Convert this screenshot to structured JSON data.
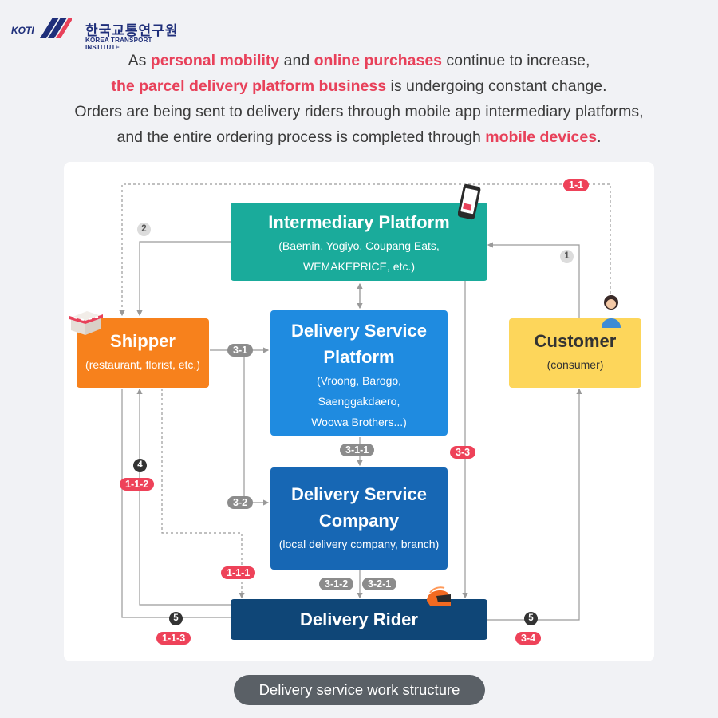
{
  "logo": {
    "mark_text": "KOTI",
    "korean": "한국교통연구원",
    "english": "KOREA TRANSPORT INSTITUTE"
  },
  "intro": {
    "l1a": "As ",
    "l1b": "personal mobility",
    "l1c": " and ",
    "l1d": "online purchases",
    "l1e": " continue to increase,",
    "l2a": "the parcel delivery platform business",
    "l2b": " is undergoing constant change.",
    "l3": "Orders are being sent to delivery riders through mobile app intermediary platforms,",
    "l4a": "and the entire ordering process is completed through ",
    "l4b": "mobile devices",
    "l4c": "."
  },
  "nodes": {
    "intermediary": {
      "title": "Intermediary Platform",
      "sub1": "(Baemin, Yogiyo, Coupang Eats,",
      "sub2": "WEMAKEPRICE, etc.)",
      "color": "#1aab9b"
    },
    "shipper": {
      "title": "Shipper",
      "sub": "(restaurant, florist, etc.)",
      "color": "#f7811c"
    },
    "customer": {
      "title": "Customer",
      "sub": "(consumer)",
      "color": "#fdd65b"
    },
    "dsplatform": {
      "title1": "Delivery Service",
      "title2": "Platform",
      "sub1": "(Vroong, Barogo,",
      "sub2": "Saenggakdaero,",
      "sub3": "Woowa Brothers...)",
      "color": "#1f8be0"
    },
    "dscompany": {
      "title1": "Delivery Service",
      "title2": "Company",
      "sub": "(local delivery company, branch)",
      "color": "#1767b4"
    },
    "rider": {
      "title": "Delivery Rider",
      "color": "#0f4677"
    }
  },
  "tags": {
    "t1_1": "1-1",
    "t1_1_1": "1-1-1",
    "t1_1_2": "1-1-2",
    "t1_1_3": "1-1-3",
    "t3_1": "3-1",
    "t3_1_1": "3-1-1",
    "t3_1_2": "3-1-2",
    "t3_2": "3-2",
    "t3_2_1": "3-2-1",
    "t3_3": "3-3",
    "t3_4": "3-4"
  },
  "steps": {
    "s1": "1",
    "s2": "2",
    "s4": "4",
    "s5a": "5",
    "s5b": "5"
  },
  "caption": "Delivery service work structure"
}
